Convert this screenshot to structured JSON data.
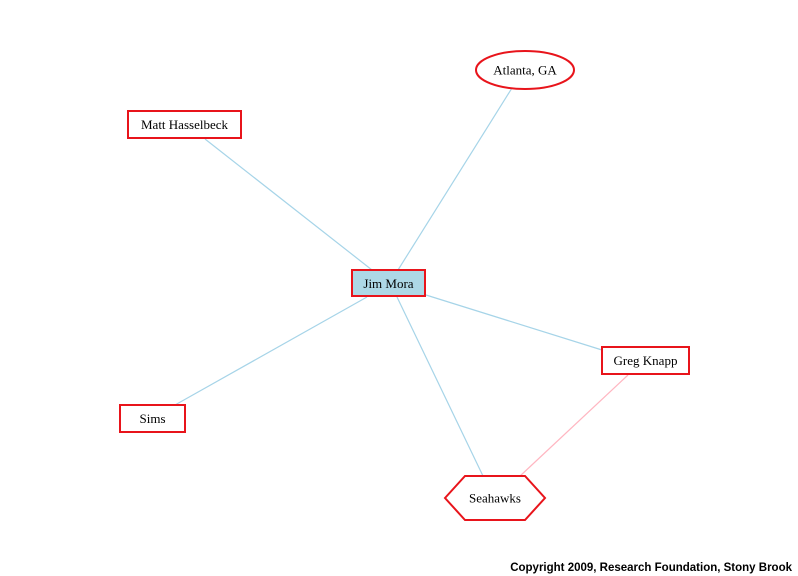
{
  "graph": {
    "center": {
      "id": "jim-mora",
      "label": "Jim Mora",
      "shape": "box",
      "fill": "#add8e6"
    },
    "nodes": [
      {
        "id": "atlanta",
        "label": "Atlanta, GA",
        "shape": "ellipse"
      },
      {
        "id": "matt-hasselbeck",
        "label": "Matt Hasselbeck",
        "shape": "box"
      },
      {
        "id": "greg-knapp",
        "label": "Greg Knapp",
        "shape": "box"
      },
      {
        "id": "sims",
        "label": "Sims",
        "shape": "box"
      },
      {
        "id": "seahawks",
        "label": "Seahawks",
        "shape": "hexagon"
      }
    ],
    "edges": [
      {
        "from": "jim-mora",
        "to": "atlanta",
        "color": "#a6d4e8"
      },
      {
        "from": "jim-mora",
        "to": "matt-hasselbeck",
        "color": "#a6d4e8"
      },
      {
        "from": "jim-mora",
        "to": "greg-knapp",
        "color": "#a6d4e8"
      },
      {
        "from": "jim-mora",
        "to": "sims",
        "color": "#a6d4e8"
      },
      {
        "from": "jim-mora",
        "to": "seahawks",
        "color": "#a6d4e8"
      },
      {
        "from": "greg-knapp",
        "to": "seahawks",
        "color": "#ffb6c1"
      }
    ],
    "node_border_color": "#e8141b"
  },
  "footer": {
    "copyright": "Copyright 2009, Research Foundation, Stony Brook"
  }
}
